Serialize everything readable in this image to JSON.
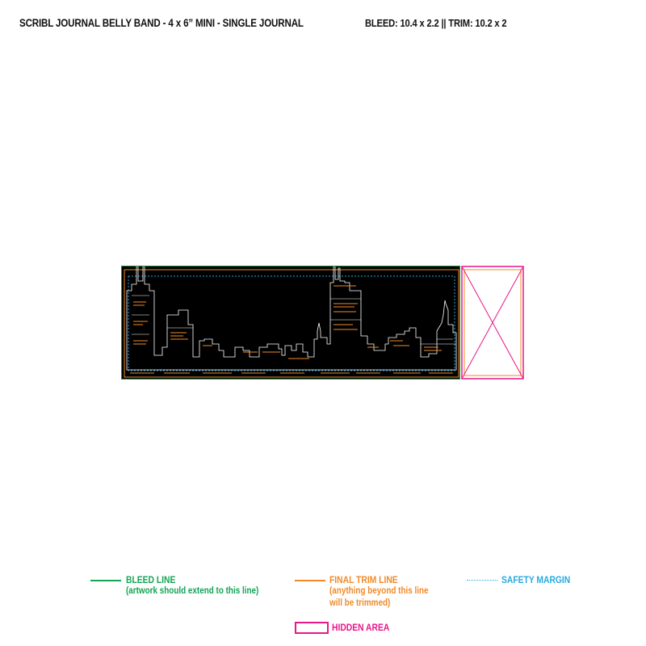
{
  "header": {
    "title": "SCRIBL JOURNAL BELLY BAND - 4 x 6” MINI - SINGLE JOURNAL",
    "spec": "BLEED: 10.4 x 2.2 || TRIM: 10.2 x 2"
  },
  "legend": {
    "bleed": {
      "title": "BLEED LINE",
      "note": "(artwork should extend to this line)",
      "color": "#12a453"
    },
    "trim": {
      "title": "FINAL TRIM LINE",
      "note_line1": "(anything beyond this line",
      "note_line2": "will be trimmed)",
      "color": "#f08a2a"
    },
    "safety": {
      "title": "SAFETY MARGIN",
      "color": "#27a9e1"
    },
    "hidden": {
      "title": "HIDDEN AREA",
      "color": "#e8178a"
    }
  },
  "artwork": {
    "background": "#000000",
    "line_art_color": "#ffffff",
    "text_color": "#f08a2a",
    "icon": "city-skyline"
  }
}
